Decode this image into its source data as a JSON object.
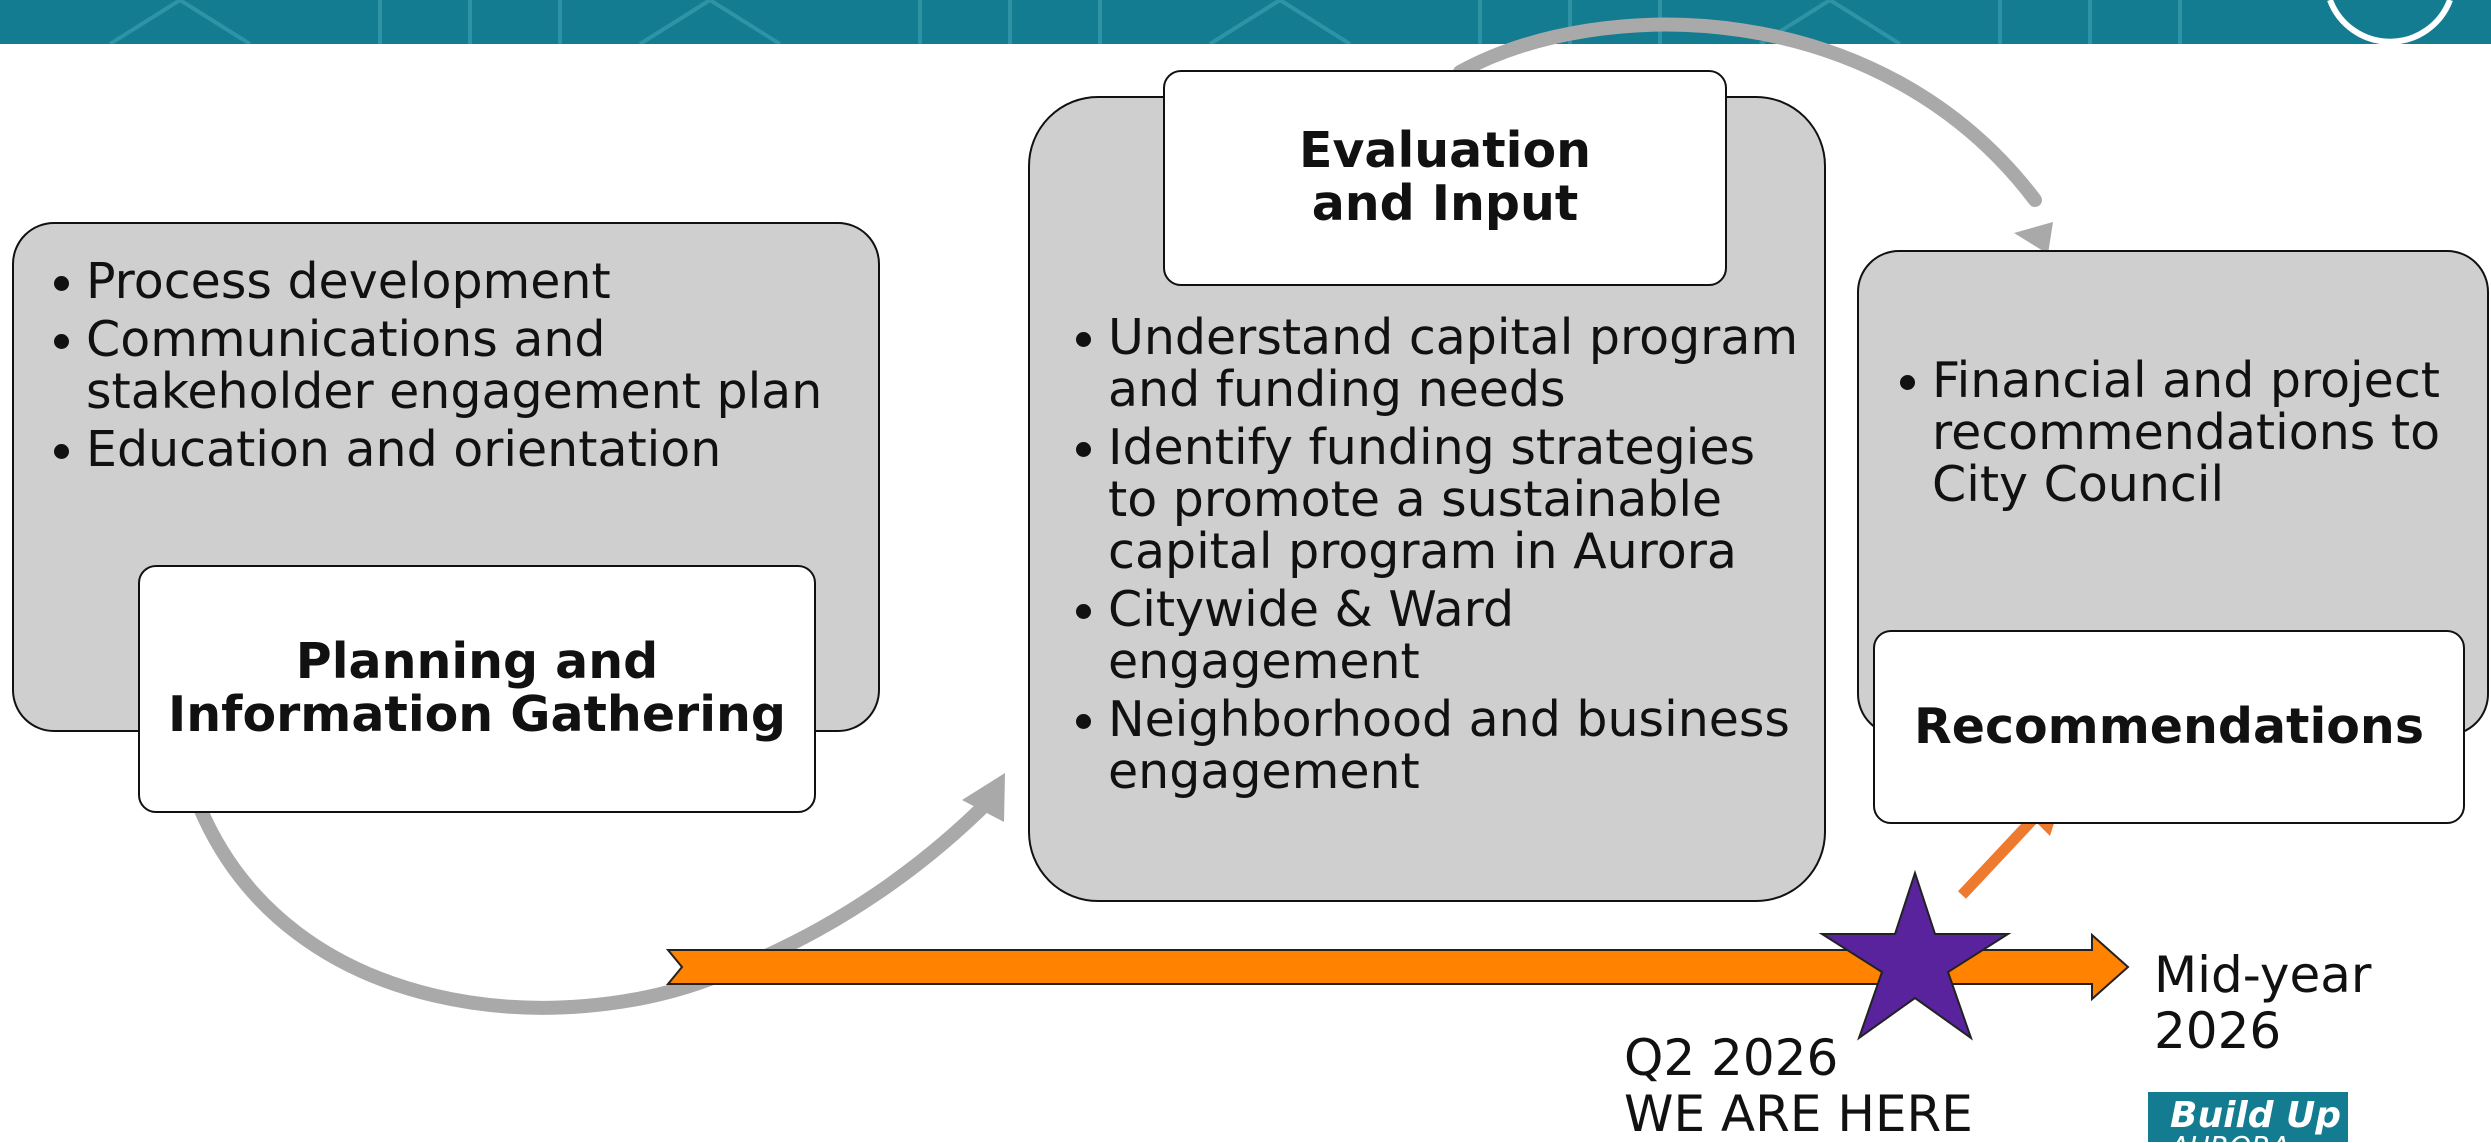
{
  "stages": [
    {
      "title": "Planning and Information Gathering",
      "bullets": [
        "Process development",
        "Communications and stakeholder engagement plan",
        "Education and orientation"
      ]
    },
    {
      "title": "Evaluation and Input",
      "bullets": [
        "Understand capital program and funding needs",
        "Identify funding strategies to promote a sustainable capital program in Aurora",
        "Citywide & Ward engagement",
        "Neighborhood and business engagement"
      ]
    },
    {
      "title": "Recommendations",
      "bullets": [
        "Financial and project recommendations to City Council"
      ]
    }
  ],
  "timeline": {
    "current_label": "Q2 2026",
    "current_note": "WE ARE HERE",
    "end_label": "Mid-year 2026"
  },
  "logo": {
    "line1": "Build Up",
    "line2": "AURORA"
  },
  "colors": {
    "banner": "#137c91",
    "box_fill": "#cfcfcf",
    "cycle_arrow": "#a9a9a9",
    "timeline_arrow": "#ff8300",
    "star": "#5a239e",
    "pointer_arrow": "#ee7a30"
  }
}
